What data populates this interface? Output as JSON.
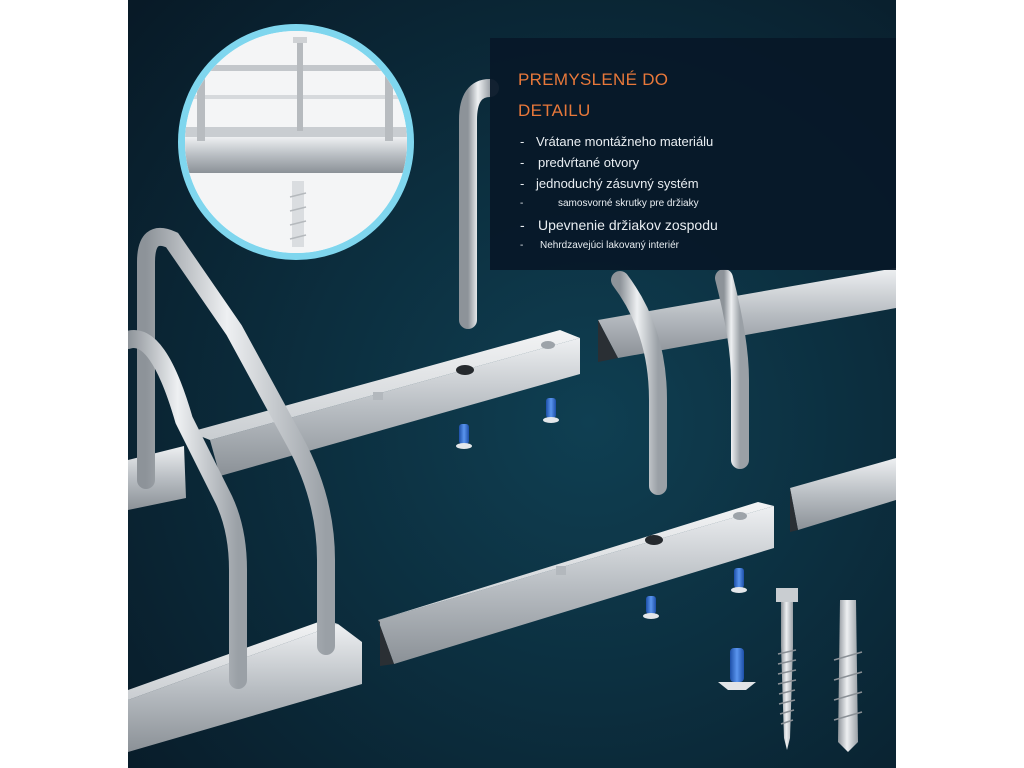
{
  "panel": {
    "title_line1": "PREMYSLENÉ DO",
    "title_line2": "DETAILU",
    "features": [
      "Vrátane montážneho materiálu",
      "predvŕtané otvory",
      "jednoduchý zásuvný systém",
      "samosvorné skrutky pre držiaky",
      "Upevnenie držiakov zospodu",
      "Nehrdzavejúci lakovaný interiér"
    ],
    "bullet": "-"
  },
  "colors": {
    "background_dark": "#0b1f2e",
    "background_teal": "#0f3f52",
    "panel_bg": "#081828",
    "title_orange": "#e8783a",
    "inset_ring": "#7fd6ee",
    "steel": "#c4c8cc",
    "screw_blue": "#2f6fd8"
  },
  "image": {
    "subject": "bike-stand-parts",
    "inset": "detail-closeup-screw"
  }
}
